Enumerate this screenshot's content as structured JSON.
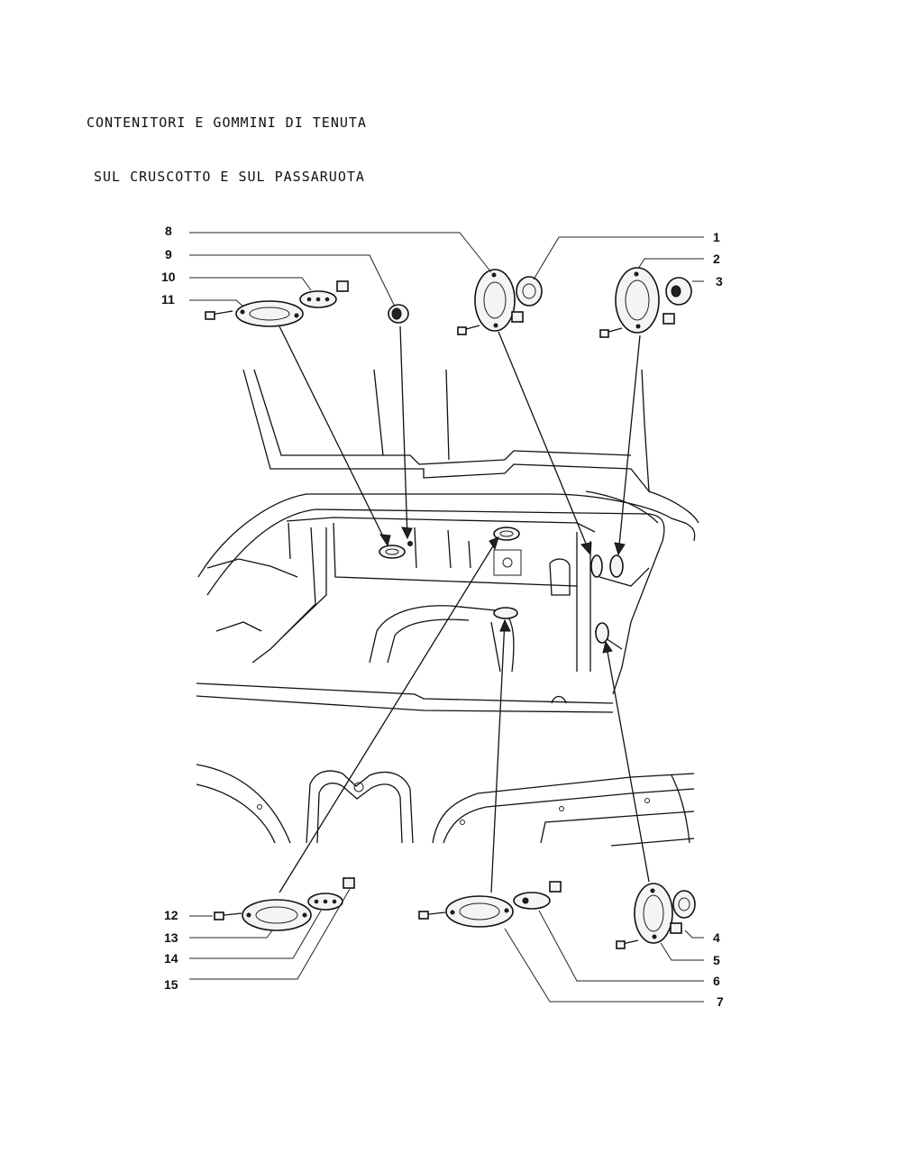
{
  "title": {
    "line1": "CONTENITORI E GOMMINI DI TENUTA",
    "line2": "SUL CRUSCOTTO E SUL PASSARUOTA"
  },
  "callouts": [
    "1",
    "2",
    "3",
    "4",
    "5",
    "6",
    "7",
    "8",
    "9",
    "10",
    "11",
    "12",
    "13",
    "14",
    "15"
  ]
}
